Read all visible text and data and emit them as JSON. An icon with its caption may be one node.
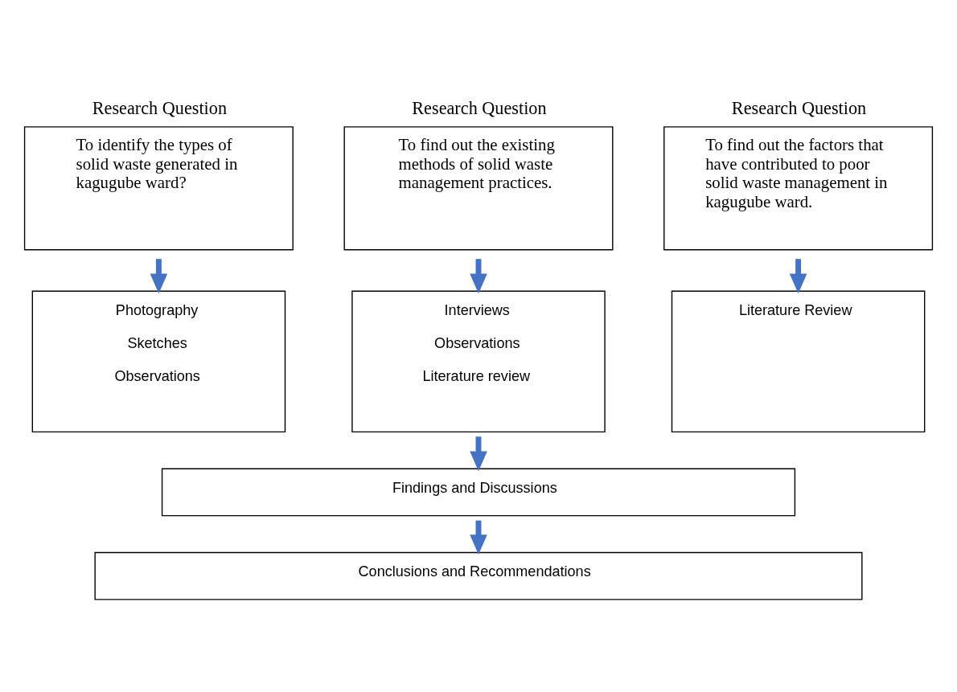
{
  "diagram": {
    "nodes": [
      {
        "text": [
          "Research Question",
          "To identify the types of solid waste generated in kagugube ward?"
        ]
      },
      {
        "text": [
          "Research Question",
          "To find out the existing methods of solid waste management practices."
        ]
      },
      {
        "text": [
          "Research Question",
          "To find out the factors that have contributed to poor solid waste management in kagugube ward."
        ]
      },
      {
        "text": [
          "Photography",
          "Sketches",
          "Observations"
        ]
      },
      {
        "text": [
          "Interviews",
          "Observations",
          "Literature review"
        ]
      },
      {
        "text": [
          "Literature Review"
        ]
      },
      {
        "text": [
          "Findings and Discussions"
        ]
      },
      {
        "text": [
          "Conclusions and Recommendations"
        ]
      }
    ],
    "edges": [
      {
        "from": 0,
        "to": 3,
        "arrow": "to"
      },
      {
        "from": 1,
        "to": 4,
        "arrow": "to"
      },
      {
        "from": 2,
        "to": 5,
        "arrow": "to"
      },
      {
        "from": 4,
        "to": 6,
        "arrow": "to"
      },
      {
        "from": 6,
        "to": 7,
        "arrow": "to"
      }
    ]
  }
}
